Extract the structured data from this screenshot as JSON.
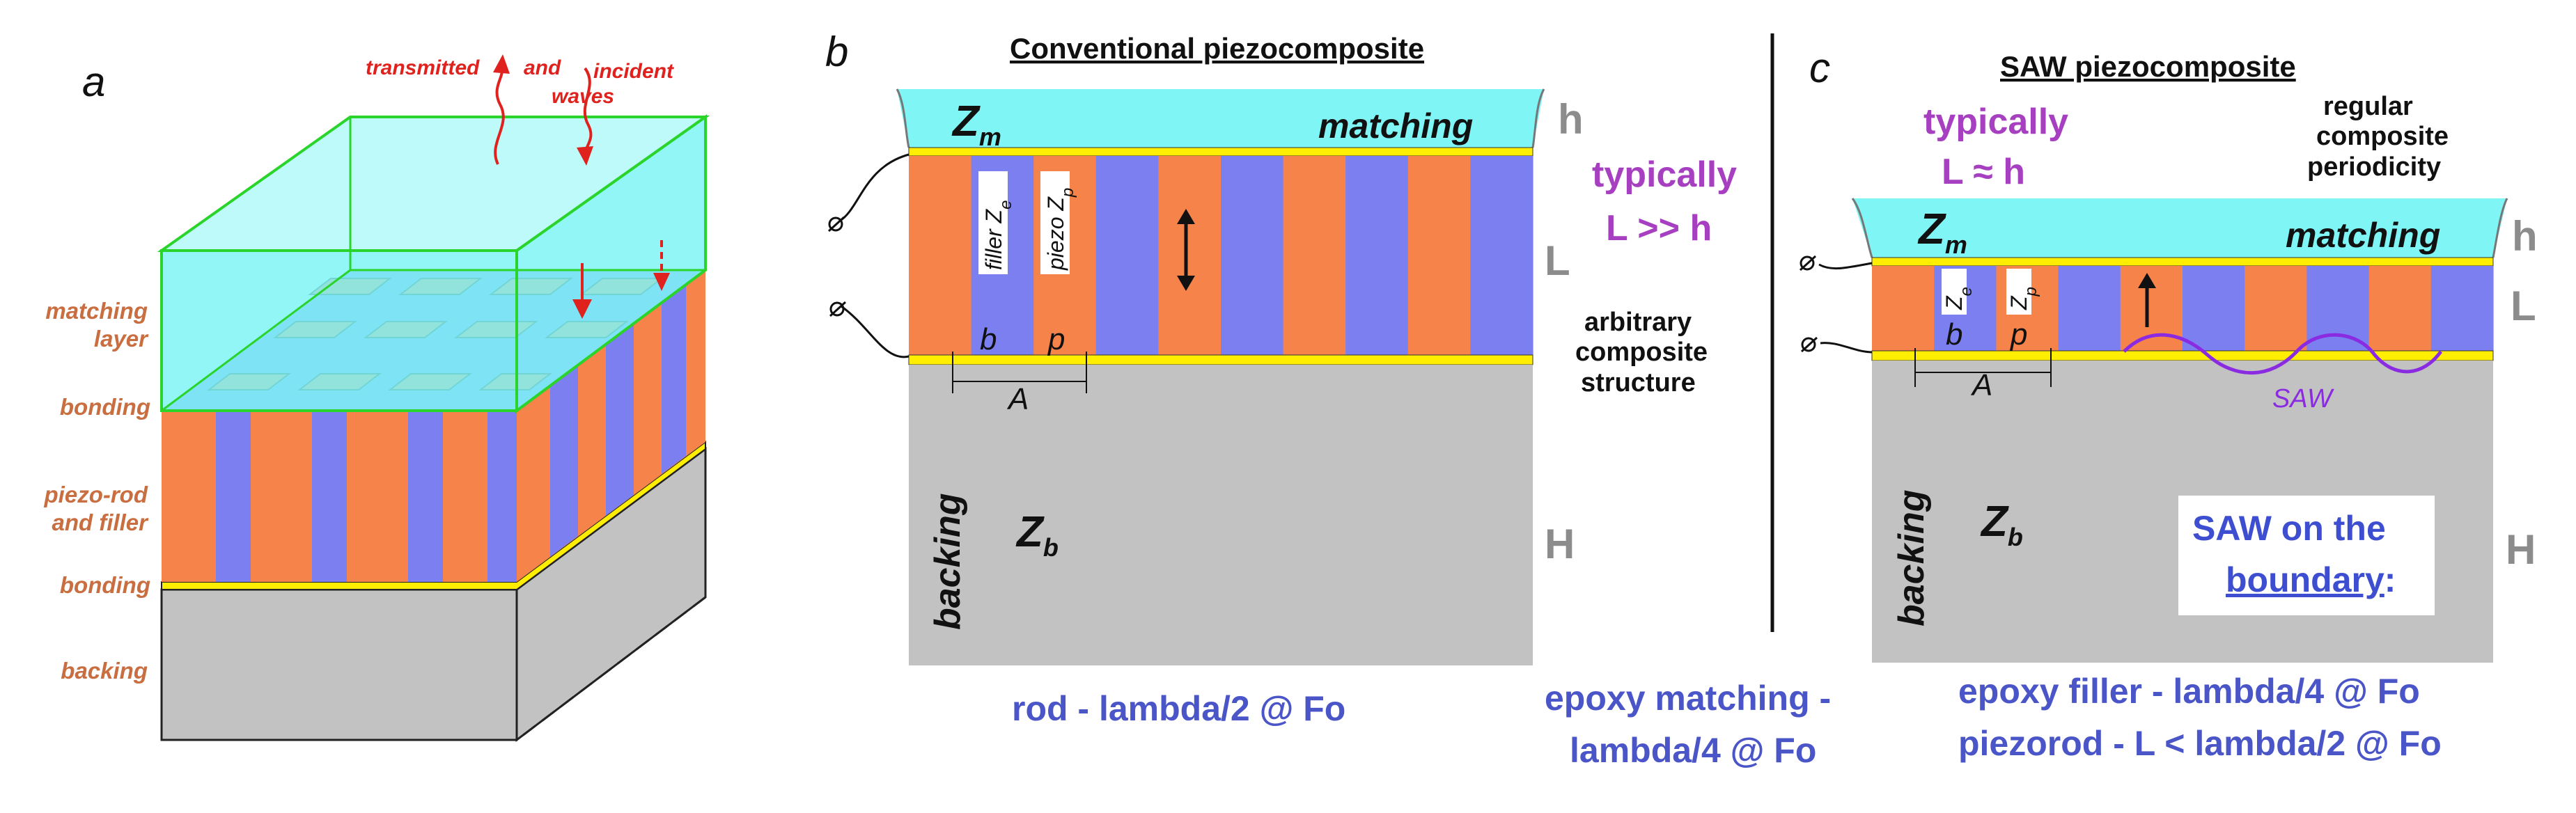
{
  "colors": {
    "piezo": "#f5834a",
    "filler": "#7b7ff0",
    "matching": "#7ff5f5",
    "bonding": "#ffee00",
    "backing": "#c2c2c2",
    "wave_arrow": "#e0221f",
    "layer_label": "#c86e40",
    "ratio_text": "#a640c0",
    "note_text": "#4a55c8",
    "saw_wave": "#8a2be2"
  },
  "panel_a": {
    "letter": "a",
    "transmitted": "transmitted",
    "and": "and",
    "incident": "incident",
    "waves": "waves",
    "layer_labels": {
      "matching_line1": "matching",
      "matching_line2": "layer",
      "bonding_top": "bonding",
      "piezo_line1": "piezo-rod",
      "piezo_line2": "and filler",
      "bonding_bottom": "bonding",
      "backing": "backing"
    }
  },
  "panel_b": {
    "letter": "b",
    "title": "Conventional piezocomposite",
    "Zm_base": "Z",
    "Zm_sub": "m",
    "matching": "matching",
    "filler_label": "filler Z",
    "filler_sub": "e",
    "piezo_label": "piezo Z",
    "piezo_sub": "p",
    "b": "b",
    "p": "p",
    "A": "A",
    "Zb_base": "Z",
    "Zb_sub": "b",
    "backing": "backing",
    "h": "h",
    "L": "L",
    "H": "H",
    "typically": "typically",
    "ratio": "L >> h",
    "structure_line1": "arbitrary",
    "structure_line2": "composite",
    "structure_line3": "structure",
    "note": "rod - lambda/2 @ Fo"
  },
  "middle_note": {
    "line1": "epoxy matching -",
    "line2": "lambda/4 @ Fo"
  },
  "panel_c": {
    "letter": "c",
    "title": "SAW piezocomposite",
    "typically": "typically",
    "ratio": "L ≈ h",
    "periodicity_line1": "regular",
    "periodicity_line2": "composite",
    "periodicity_line3": "periodicity",
    "Zm_base": "Z",
    "Zm_sub": "m",
    "matching": "matching",
    "Ze_base": "Z",
    "Ze_sub": "e",
    "Zp_base": "Z",
    "Zp_sub": "p",
    "b": "b",
    "p": "p",
    "A": "A",
    "saw": "SAW",
    "Zb_base": "Z",
    "Zb_sub": "b",
    "backing": "backing",
    "h": "h",
    "L": "L",
    "H": "H",
    "box_line1": "SAW  on the",
    "box_line2": "boundary",
    "box_colon": ":",
    "note_line1": "epoxy filler -  lambda/4 @ Fo",
    "note_line2": "piezorod - L < lambda/2 @ Fo"
  }
}
